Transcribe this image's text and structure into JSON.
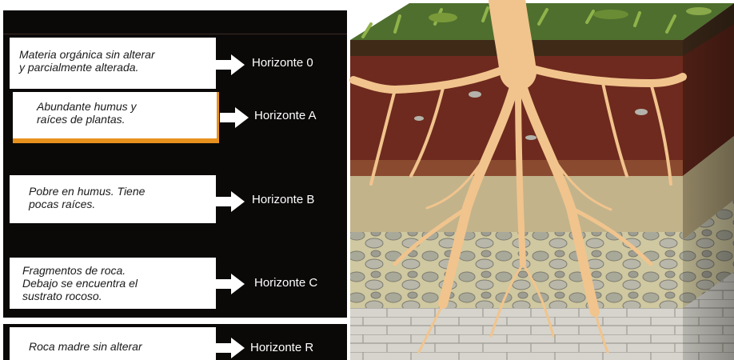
{
  "horizons": [
    {
      "description": "Materia orgánica sin alterar\ny parcialmente alterada.",
      "label": "Horizonte 0"
    },
    {
      "description": "Abundante humus y\nraíces de plantas.",
      "label": "Horizonte A"
    },
    {
      "description": "Pobre en humus. Tiene\npocas raíces.",
      "label": "Horizonte B"
    },
    {
      "description": "Fragmentos de roca.\nDebajo se encuentra el\nsustrato rocoso.",
      "label": "Horizonte C"
    },
    {
      "description": "Roca madre sin alterar",
      "label": "Horizonte R"
    }
  ],
  "colors": {
    "panel_background": "#0b0908",
    "accent": "#e7911f",
    "root": "#f1c48d",
    "humus": "#6e2a1e",
    "subsoil": "#9a5a3a",
    "gravel": "#cfc8a0",
    "bedrock": "#d6d4cc"
  }
}
